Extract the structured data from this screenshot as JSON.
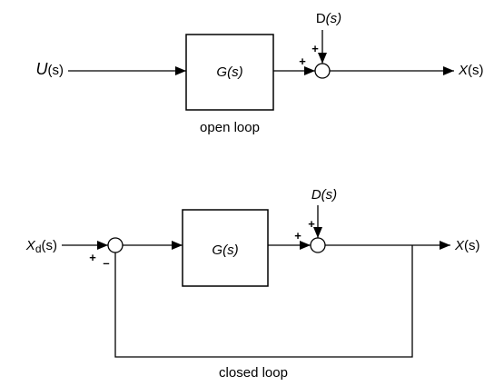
{
  "open_loop": {
    "input_symbol": "U",
    "input_arg": "(s)",
    "block_symbol": "G",
    "block_arg": "(s)",
    "disturbance_symbol": "D",
    "disturbance_arg": "(s)",
    "output_symbol": "X",
    "output_arg": "(s)",
    "sum_sign_left": "+",
    "sum_sign_top": "+",
    "caption": "open loop"
  },
  "closed_loop": {
    "input_symbol": "X",
    "input_subscript": "d",
    "input_arg": "(s)",
    "block_symbol": "G",
    "block_arg": "(s)",
    "disturbance_symbol": "D",
    "disturbance_arg": "(s)",
    "output_symbol": "X",
    "output_arg": "(s)",
    "sum1_sign_plus": "+",
    "sum1_sign_minus": "–",
    "sum2_sign_left": "+",
    "sum2_sign_top": "+",
    "caption": "closed loop"
  }
}
